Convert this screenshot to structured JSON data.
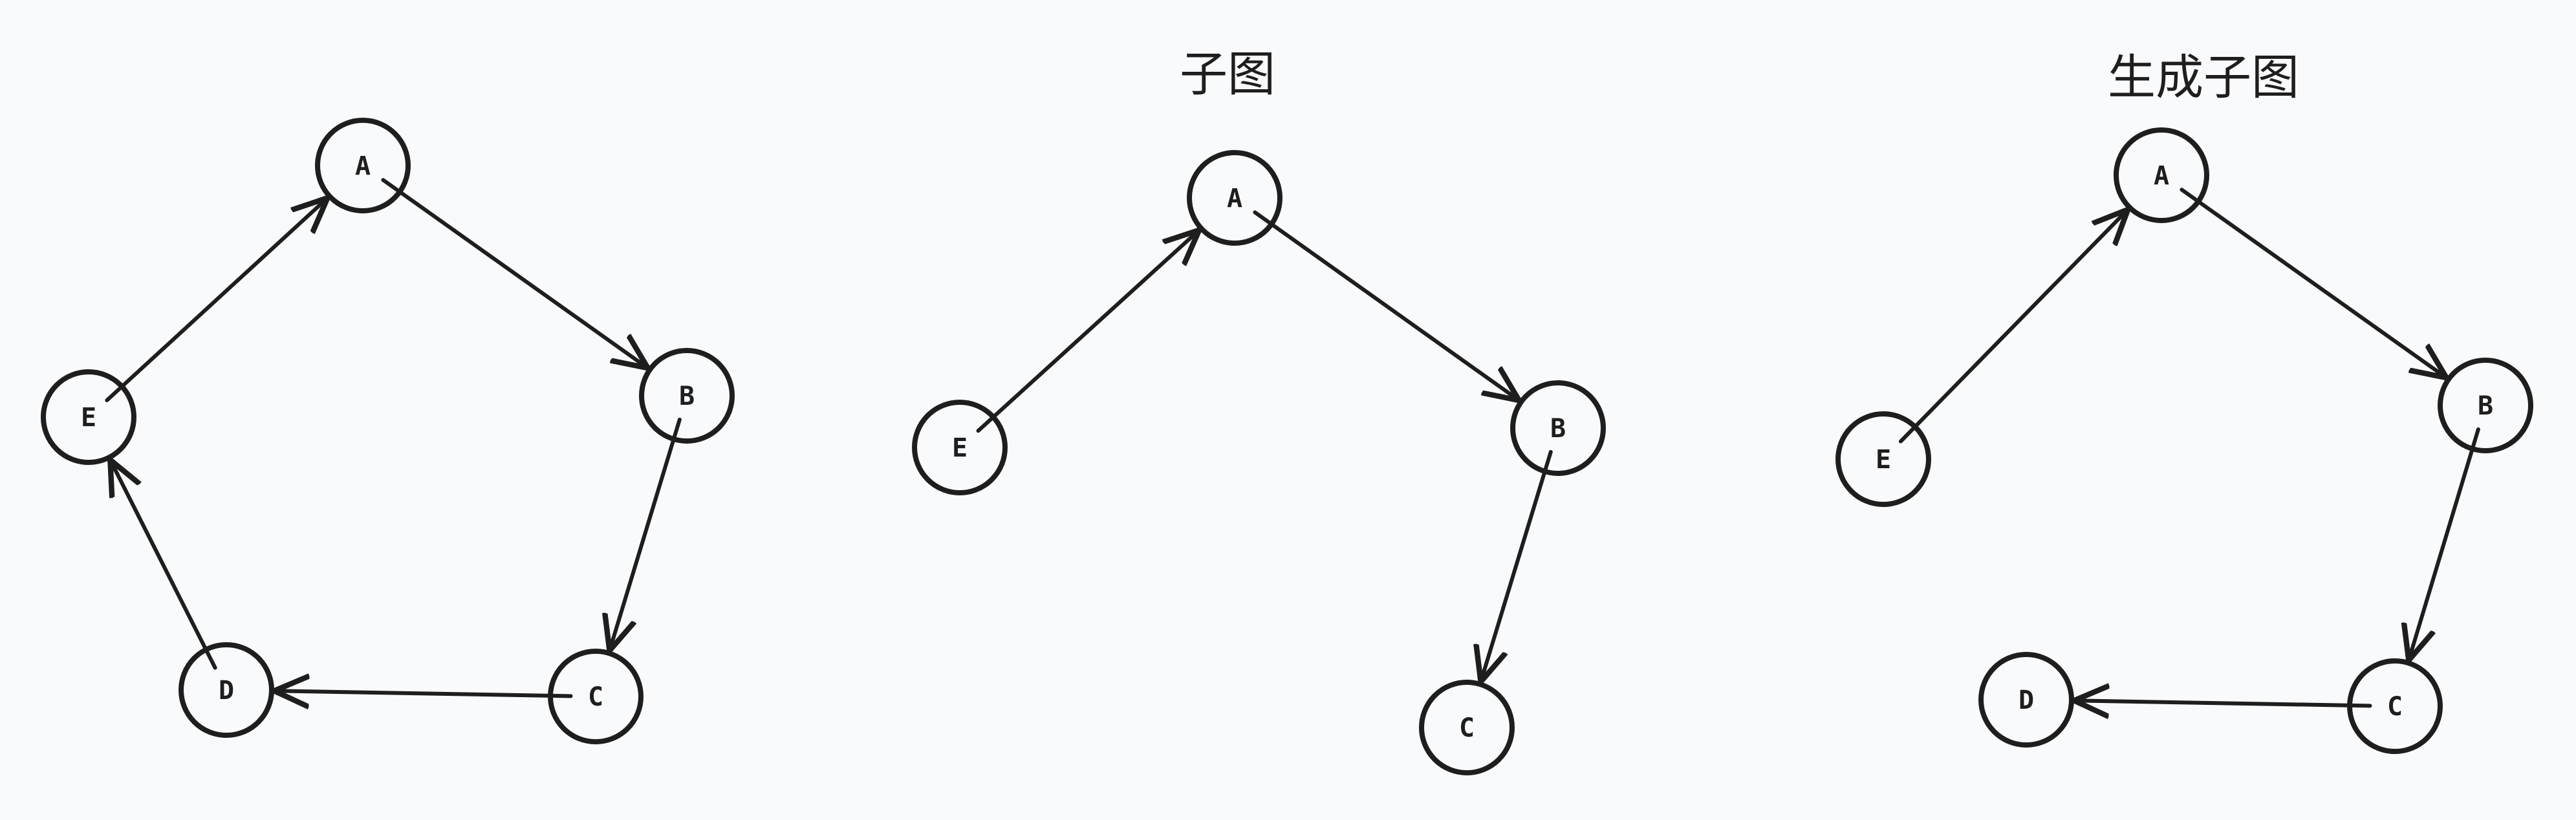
{
  "diagrams": [
    {
      "id": "original-graph",
      "title": "",
      "nodes": [
        "A",
        "B",
        "C",
        "D",
        "E"
      ],
      "edges": [
        [
          "E",
          "A"
        ],
        [
          "A",
          "B"
        ],
        [
          "B",
          "C"
        ],
        [
          "C",
          "D"
        ],
        [
          "D",
          "E"
        ]
      ]
    },
    {
      "id": "subgraph",
      "title": "子图",
      "nodes": [
        "A",
        "B",
        "C",
        "E"
      ],
      "edges": [
        [
          "E",
          "A"
        ],
        [
          "A",
          "B"
        ],
        [
          "B",
          "C"
        ]
      ]
    },
    {
      "id": "spanning-subgraph",
      "title": "生成子图",
      "nodes": [
        "A",
        "B",
        "C",
        "D",
        "E"
      ],
      "edges": [
        [
          "E",
          "A"
        ],
        [
          "A",
          "B"
        ],
        [
          "B",
          "C"
        ],
        [
          "C",
          "D"
        ]
      ]
    }
  ],
  "colors": {
    "background": "#f9fafc",
    "stroke": "#1e1e1e"
  }
}
